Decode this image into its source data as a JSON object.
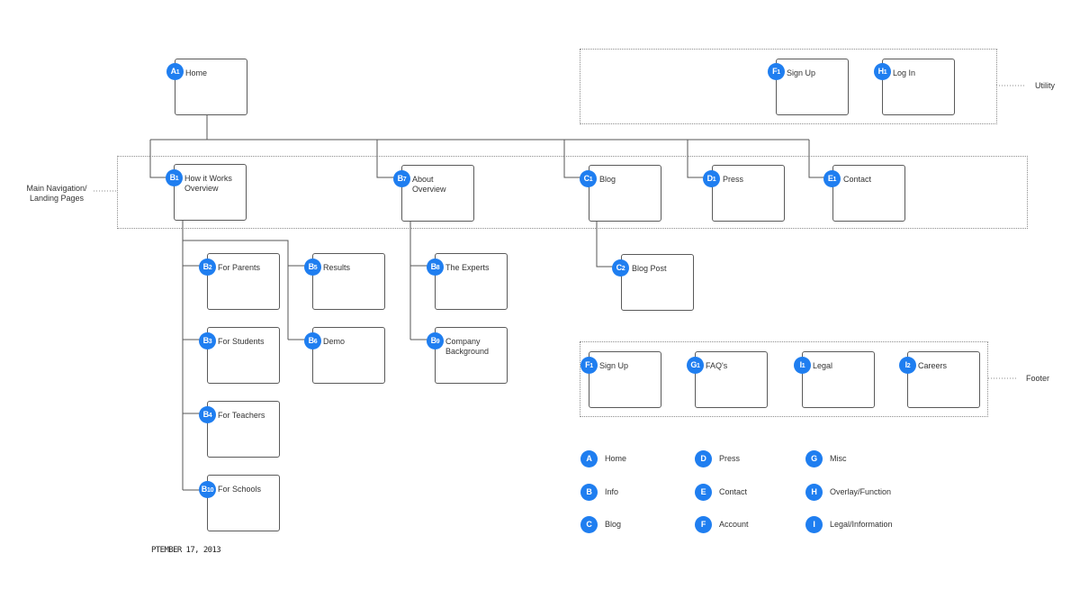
{
  "nodes": {
    "A1": {
      "code": "A",
      "sub": "1",
      "label": "Home"
    },
    "B1": {
      "code": "B",
      "sub": "1",
      "label": "How it Works Overview"
    },
    "B2": {
      "code": "B",
      "sub": "2",
      "label": "For Parents"
    },
    "B3": {
      "code": "B",
      "sub": "3",
      "label": "For Students"
    },
    "B4": {
      "code": "B",
      "sub": "4",
      "label": "For Teachers"
    },
    "B10": {
      "code": "B",
      "sub": "10",
      "label": "For Schools"
    },
    "B5": {
      "code": "B",
      "sub": "5",
      "label": "Results"
    },
    "B6": {
      "code": "B",
      "sub": "6",
      "label": "Demo"
    },
    "B7": {
      "code": "B",
      "sub": "7",
      "label": "About Overview"
    },
    "B8": {
      "code": "B",
      "sub": "8",
      "label": "The Experts"
    },
    "B9": {
      "code": "B",
      "sub": "9",
      "label": "Company Background"
    },
    "C1": {
      "code": "C",
      "sub": "1",
      "label": "Blog"
    },
    "C2": {
      "code": "C",
      "sub": "2",
      "label": "Blog Post"
    },
    "D1": {
      "code": "D",
      "sub": "1",
      "label": "Press"
    },
    "E1": {
      "code": "E",
      "sub": "1",
      "label": "Contact"
    },
    "F1u": {
      "code": "F",
      "sub": "1",
      "label": "Sign Up"
    },
    "H1": {
      "code": "H",
      "sub": "1",
      "label": "Log In"
    },
    "F1f": {
      "code": "F",
      "sub": "1",
      "label": "Sign Up"
    },
    "G1": {
      "code": "G",
      "sub": "1",
      "label": "FAQ's"
    },
    "I1": {
      "code": "I",
      "sub": "1",
      "label": "Legal"
    },
    "I2": {
      "code": "I",
      "sub": "2",
      "label": "Careers"
    }
  },
  "groups": {
    "utility": "Utility",
    "main_nav": "Main Navigation/ Landing Pages",
    "footer": "Footer"
  },
  "legend": [
    {
      "code": "A",
      "label": "Home"
    },
    {
      "code": "B",
      "label": "Info"
    },
    {
      "code": "C",
      "label": "Blog"
    },
    {
      "code": "D",
      "label": "Press"
    },
    {
      "code": "E",
      "label": "Contact"
    },
    {
      "code": "F",
      "label": "Account"
    },
    {
      "code": "G",
      "label": "Misc"
    },
    {
      "code": "H",
      "label": "Overlay/Function"
    },
    {
      "code": "I",
      "label": "Legal/Information"
    }
  ],
  "date": "PTEMBER 17, 2013",
  "colors": {
    "badge": "#1f7ef0",
    "line": "#555555",
    "group_border": "#8c8c8c"
  }
}
